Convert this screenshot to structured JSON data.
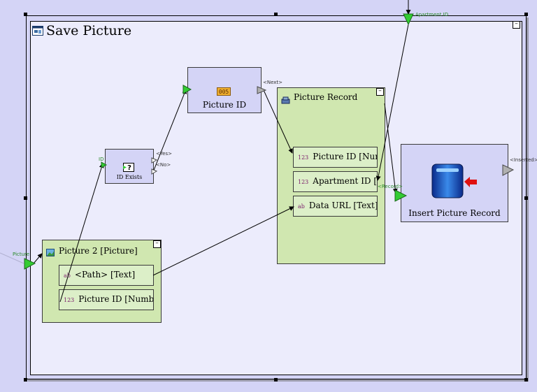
{
  "diagram": {
    "title": "Save Picture",
    "input_port_label": "Picture",
    "top_port_label": "Apartment ID",
    "picture_id_node": {
      "label": "Picture ID",
      "port_label": "<Next>"
    },
    "id_exists_node": {
      "label": "ID Exists",
      "in_port_label": "ID",
      "yes_label": "<Yes>",
      "no_label": "<No>"
    },
    "picture_record": {
      "title": "Picture Record",
      "fields": [
        {
          "type": "123",
          "label": "Picture ID  [Number]"
        },
        {
          "type": "123",
          "label": "Apartment ID [Number]"
        },
        {
          "type": "ab",
          "label": "Data URL [Text]"
        }
      ]
    },
    "picture2": {
      "title": "Picture 2 [Picture]",
      "fields": [
        {
          "type": "ab",
          "label": "<Path> [Text]"
        },
        {
          "type": "123",
          "label": "Picture ID [Number]"
        }
      ]
    },
    "insert_node": {
      "label": "Insert Picture Record",
      "in_port_label": "<Record>",
      "out_port_label": "<Inserted>"
    },
    "colors": {
      "canvas": "#ececfc",
      "node": "#d4d4f6",
      "record": "#d0e7b0",
      "port": "#33cc33"
    }
  }
}
